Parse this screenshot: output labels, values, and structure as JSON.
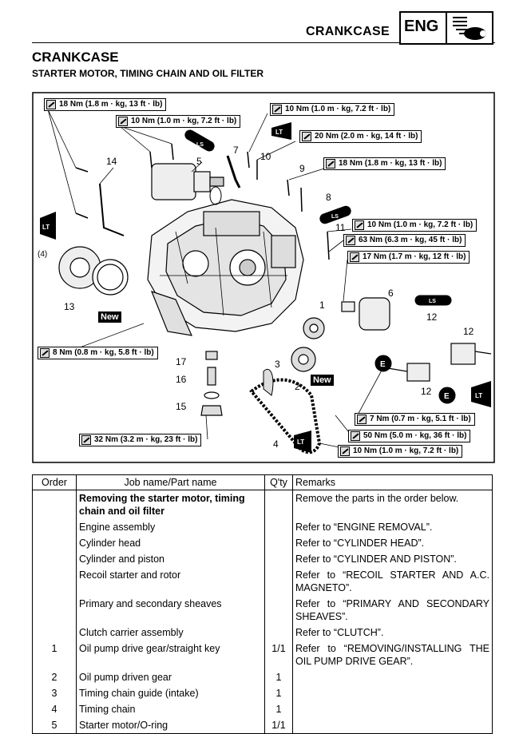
{
  "header": {
    "section": "CRANKCASE",
    "tab": "ENG",
    "tab_icon": "engine-icon"
  },
  "title": "CRANKCASE",
  "subtitle": "STARTER MOTOR, TIMING CHAIN AND OIL FILTER",
  "torque_specs": [
    "18 Nm (1.8 m · kg, 13 ft · lb)",
    "10 Nm (1.0 m · kg, 7.2 ft · lb)",
    "10 Nm (1.0 m · kg, 7.2 ft · lb)",
    "20 Nm (2.0 m · kg, 14 ft · lb)",
    "18 Nm (1.8 m · kg, 13 ft · lb)",
    "10 Nm (1.0 m · kg, 7.2 ft · lb)",
    "63 Nm (6.3 m · kg, 45 ft · lb)",
    "17 Nm (1.7 m · kg, 12 ft · lb)",
    "8 Nm (0.8 m · kg, 5.8 ft · lb)",
    "7 Nm (0.7 m · kg, 5.1 ft · lb)",
    "50 Nm (5.0 m · kg, 36 ft · lb)",
    "32 Nm (3.2 m · kg, 23 ft · lb)",
    "10 Nm (1.0 m · kg, 7.2 ft · lb)"
  ],
  "part_numbers": [
    "14",
    "5",
    "7",
    "10",
    "9",
    "8",
    "11",
    "6",
    "1",
    "12",
    "12",
    "12",
    "13",
    "17",
    "16",
    "15",
    "3",
    "2",
    "4",
    "(4)"
  ],
  "badges": {
    "new": "New",
    "lt": "LT",
    "ls": "LS",
    "e": "E"
  },
  "table": {
    "headers": [
      "Order",
      "Job name/Part name",
      "Q'ty",
      "Remarks"
    ],
    "rows": [
      {
        "order": "",
        "name": "Removing the starter motor, timing chain and oil filter",
        "qty": "",
        "remarks": "Remove the parts in the order below."
      },
      {
        "order": "",
        "name": "Engine assembly",
        "qty": "",
        "remarks": "Refer to “ENGINE REMOVAL”."
      },
      {
        "order": "",
        "name": "Cylinder head",
        "qty": "",
        "remarks": "Refer to “CYLINDER HEAD”."
      },
      {
        "order": "",
        "name": "Cylinder and piston",
        "qty": "",
        "remarks": "Refer to “CYLINDER AND PISTON”."
      },
      {
        "order": "",
        "name": "Recoil starter and rotor",
        "qty": "",
        "remarks": "Refer to “RECOIL STARTER AND A.C. MAGNETO”."
      },
      {
        "order": "",
        "name": "Primary and secondary sheaves",
        "qty": "",
        "remarks": "Refer to “PRIMARY AND SECONDARY SHEAVES”."
      },
      {
        "order": "",
        "name": "Clutch carrier assembly",
        "qty": "",
        "remarks": "Refer to “CLUTCH”."
      },
      {
        "order": "1",
        "name": "Oil pump drive gear/straight key",
        "qty": "1/1",
        "remarks": "Refer to “REMOVING/INSTALLING THE OIL PUMP DRIVE GEAR”."
      },
      {
        "order": "2",
        "name": "Oil pump driven gear",
        "qty": "1",
        "remarks": ""
      },
      {
        "order": "3",
        "name": "Timing chain guide (intake)",
        "qty": "1",
        "remarks": ""
      },
      {
        "order": "4",
        "name": "Timing chain",
        "qty": "1",
        "remarks": ""
      },
      {
        "order": "5",
        "name": "Starter motor/O-ring",
        "qty": "1/1",
        "remarks": ""
      }
    ]
  }
}
